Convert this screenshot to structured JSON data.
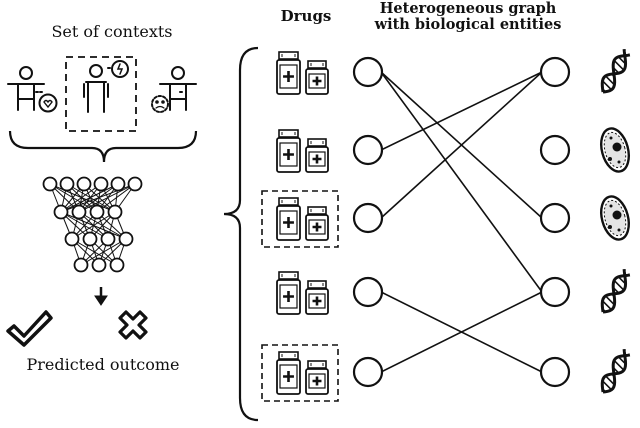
{
  "left_panel": {
    "title": "Set of contexts",
    "outcome_label": "Predicted outcome",
    "icons": [
      "person-heart-icon",
      "person-alert-icon",
      "person-sad-icon",
      "neural-network-icon",
      "arrow-down-icon",
      "check-icon",
      "cross-icon"
    ]
  },
  "right_panel": {
    "drugs_label": "Drugs",
    "graph_label_line1": "Heterogeneous graph",
    "graph_label_line2": "with biological entities",
    "drug_rows": [
      {
        "highlighted": false
      },
      {
        "highlighted": false
      },
      {
        "highlighted": true
      },
      {
        "highlighted": false
      },
      {
        "highlighted": true
      }
    ],
    "entities": [
      "dna-icon",
      "cell-icon",
      "cell-icon",
      "dna-icon",
      "dna-icon"
    ],
    "edges": [
      [
        0,
        2
      ],
      [
        0,
        3
      ],
      [
        1,
        0
      ],
      [
        2,
        0
      ],
      [
        3,
        4
      ],
      [
        4,
        3
      ]
    ]
  }
}
